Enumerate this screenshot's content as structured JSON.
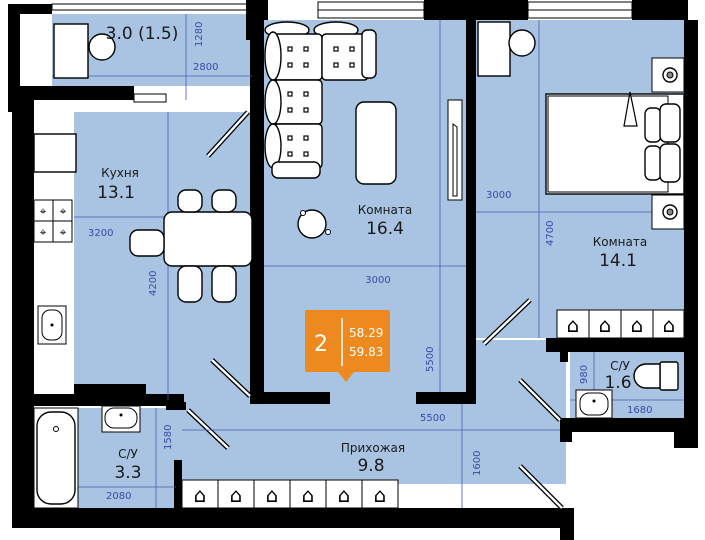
{
  "plan": {
    "colors": {
      "floor": "#a9c4e2",
      "wall": "#000000",
      "furniture": "#ffffff",
      "dimension": "#3a4aa8",
      "badge": "#ec8a1f",
      "badge_text": "#ffffff"
    },
    "badge": {
      "rooms": "2",
      "area_living": "58.29",
      "area_total": "59.83"
    },
    "rooms": {
      "balcony": {
        "label": "",
        "area": "3.0 (1.5)"
      },
      "kitchen": {
        "label": "Кухня",
        "area": "13.1"
      },
      "living_room": {
        "label": "Комната",
        "area": "16.4"
      },
      "bedroom": {
        "label": "Комната",
        "area": "14.1"
      },
      "bath_small": {
        "label": "С/У",
        "area": "1.6"
      },
      "bath_large": {
        "label": "С/У",
        "area": "3.3"
      },
      "hallway": {
        "label": "Прихожая",
        "area": "9.8"
      }
    },
    "dimensions": {
      "balcony_height": "1280",
      "balcony_width": "2800",
      "kitchen_width": "3200",
      "kitchen_height": "4200",
      "living_width": "3000",
      "living_height": "5500",
      "bedroom_width": "3000",
      "bedroom_height": "4700",
      "bath_small_height": "980",
      "bath_small_width": "1680",
      "bath_large_height": "1580",
      "bath_large_width": "2080",
      "hallway_width": "5500",
      "hallway_height": "1600"
    },
    "icons": {
      "wardrobe": "hanger-icon",
      "stove": "stove-icon",
      "sink": "sink-icon",
      "bathtub": "bathtub-icon",
      "toilet": "toilet-icon",
      "bed": "bed-icon",
      "sofa": "sofa-icon",
      "chair": "chair-icon",
      "table": "table-icon",
      "tv": "tv-icon",
      "nightstand": "nightstand-icon"
    }
  }
}
